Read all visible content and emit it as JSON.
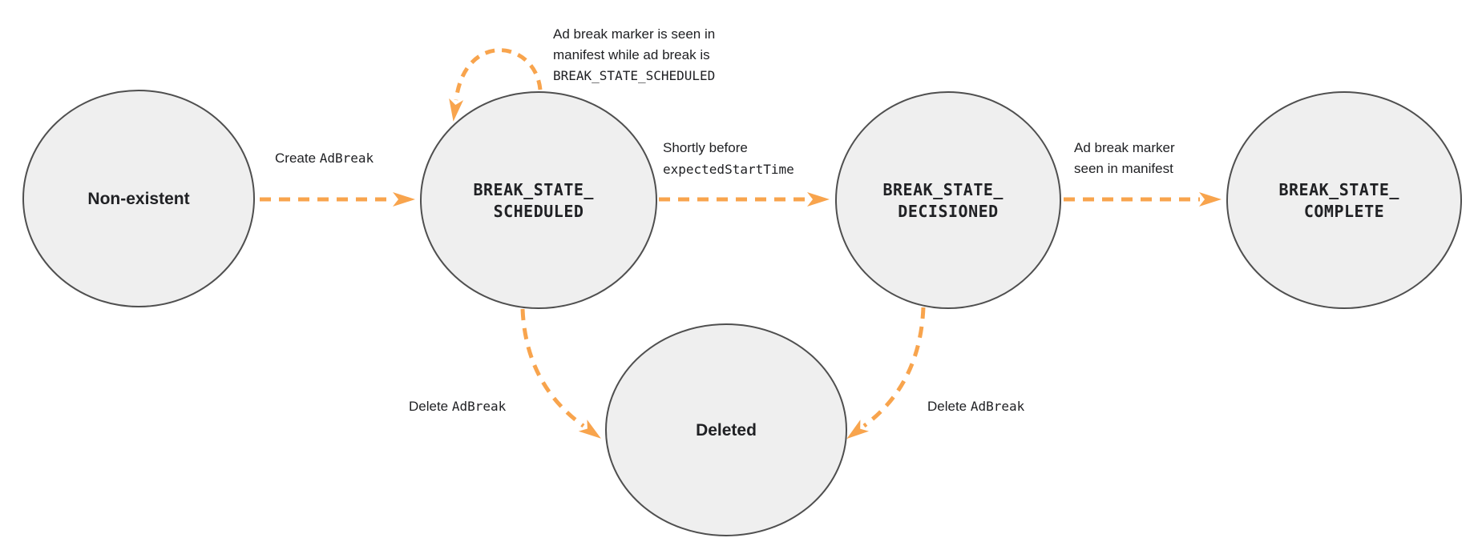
{
  "colors": {
    "background": "#ffffff",
    "state_fill": "#efefef",
    "state_stroke": "#4f4f4f",
    "arrow": "#f8a44d",
    "text": "#202124"
  },
  "states": {
    "non_existent": {
      "label": "Non-existent"
    },
    "scheduled": {
      "line1": "BREAK_STATE_",
      "line2": "SCHEDULED"
    },
    "decisioned": {
      "line1": "BREAK_STATE_",
      "line2": "DECISIONED"
    },
    "complete": {
      "line1": "BREAK_STATE_",
      "line2": "COMPLETE"
    },
    "deleted": {
      "label": "Deleted"
    }
  },
  "transitions": {
    "create": {
      "text": "Create ",
      "code": "AdBreak"
    },
    "self_loop": {
      "line1": "Ad break marker is seen in",
      "line2": "manifest while ad break is",
      "code": "BREAK_STATE_SCHEDULED"
    },
    "to_decisioned": {
      "line1": "Shortly before",
      "code": "expectedStartTime"
    },
    "to_complete": {
      "line1": "Ad break marker",
      "line2": "seen in manifest"
    },
    "delete_from_scheduled": {
      "text": "Delete ",
      "code": "AdBreak"
    },
    "delete_from_decisioned": {
      "text": "Delete ",
      "code": "AdBreak"
    }
  }
}
